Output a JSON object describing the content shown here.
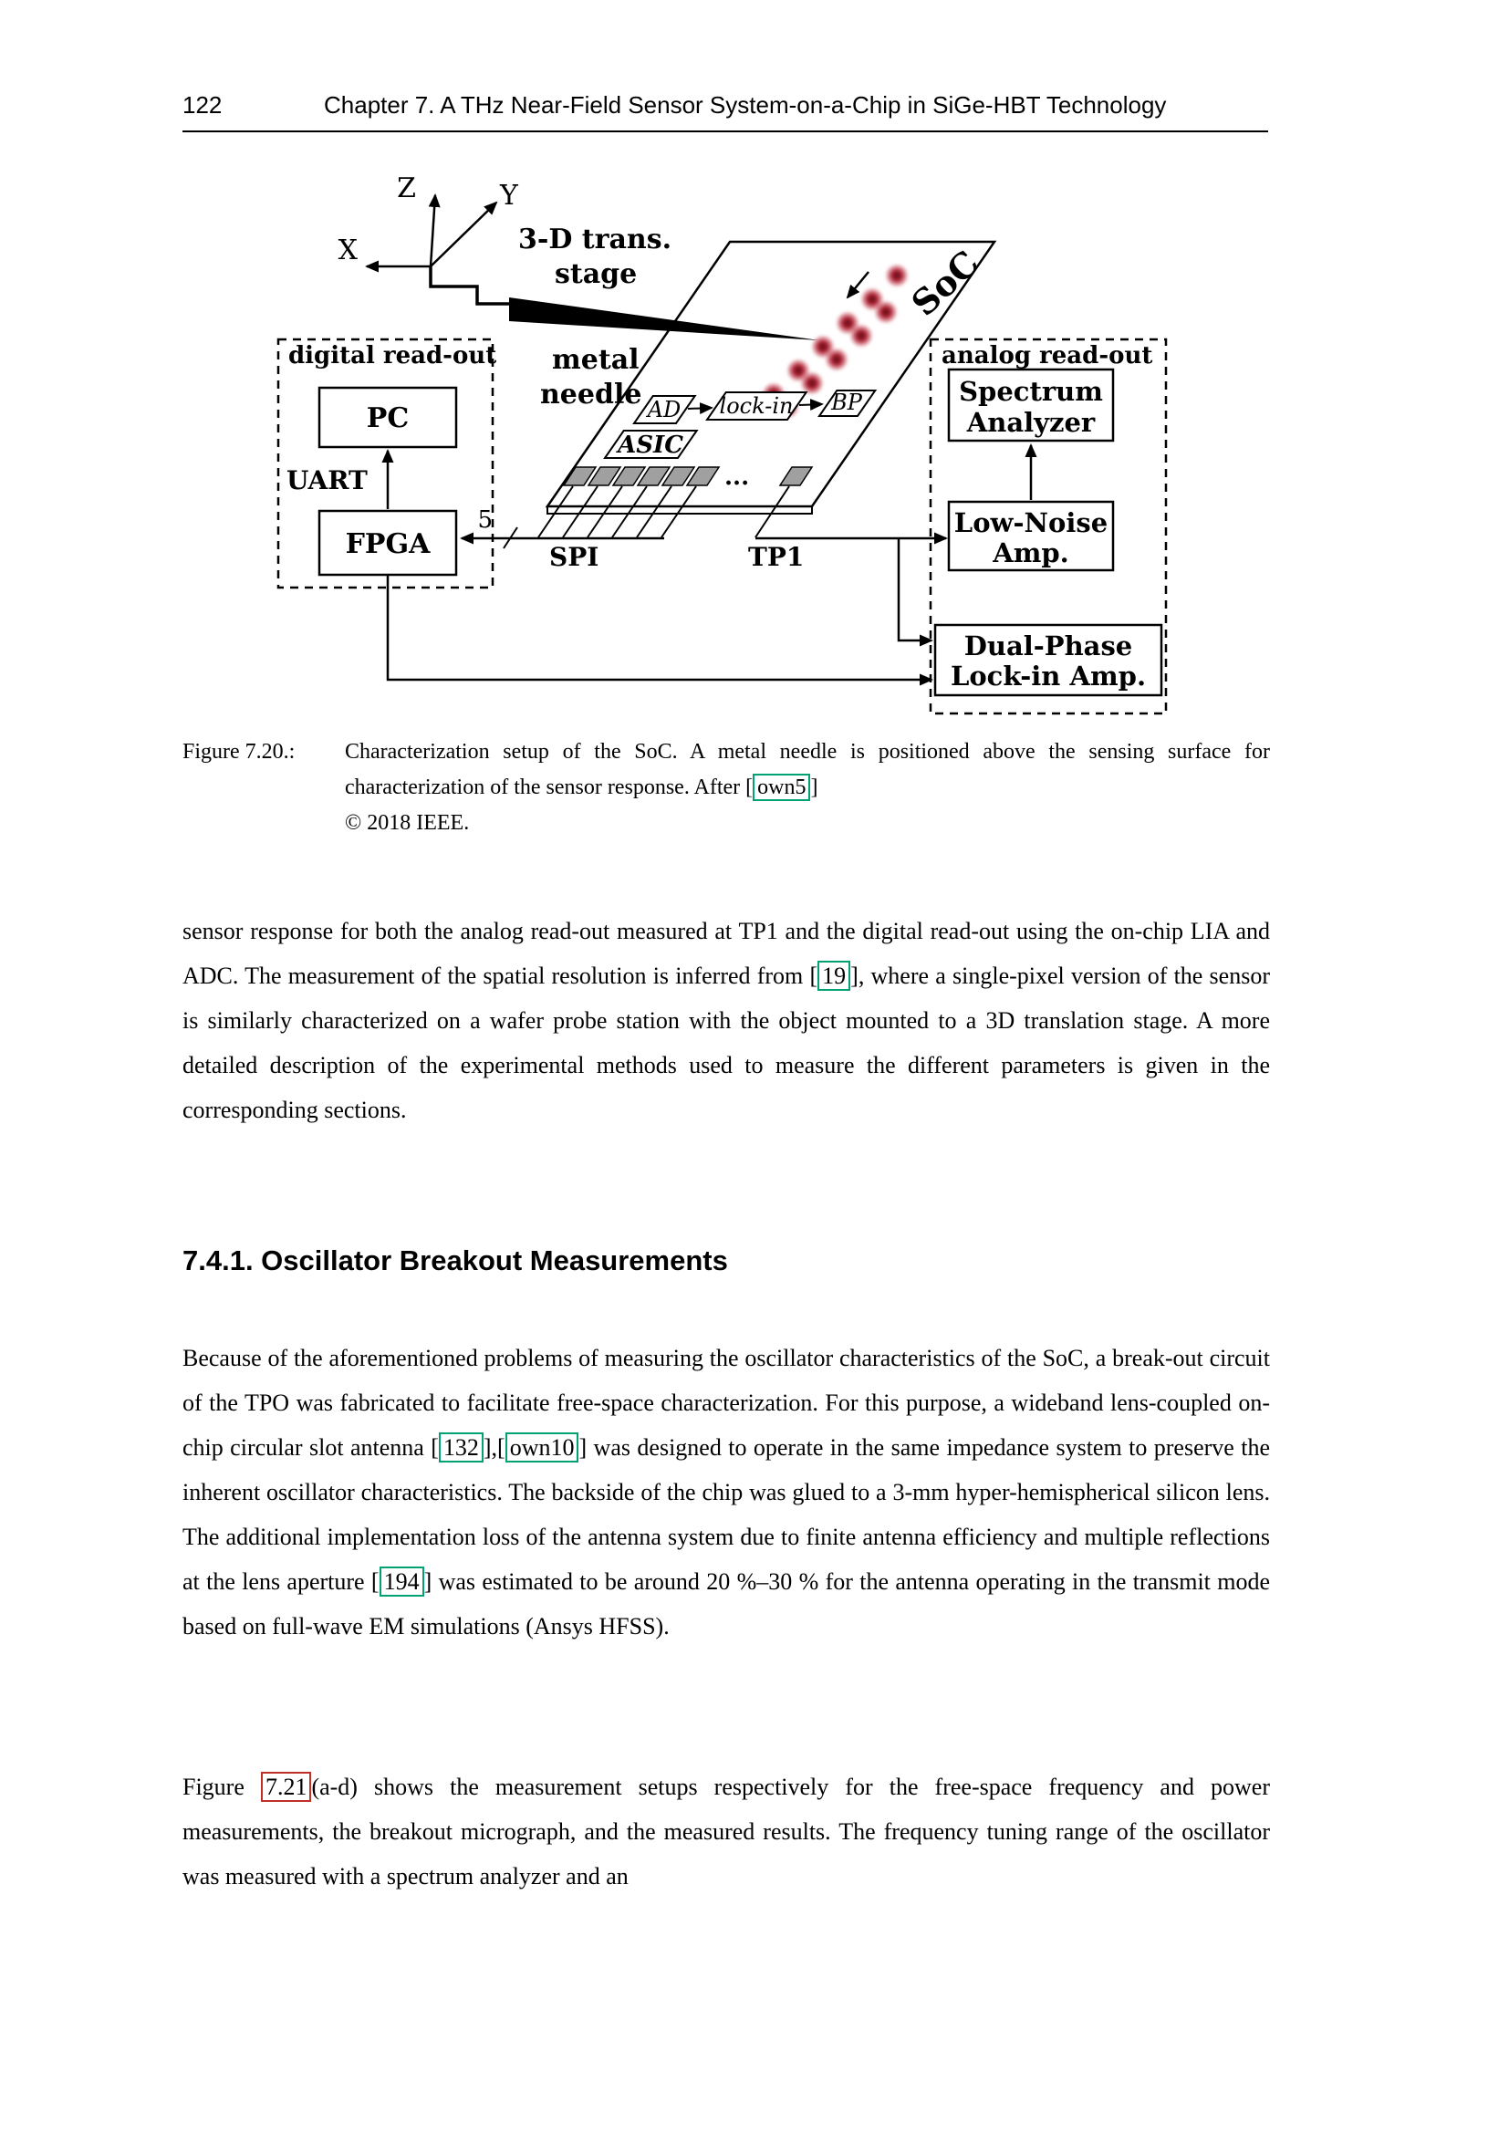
{
  "page": {
    "number": "122",
    "chapter_header": "Chapter 7. A THz Near-Field Sensor System-on-a-Chip in SiGe-HBT Technology"
  },
  "figure": {
    "axes": {
      "z": "Z",
      "y": "Y",
      "x": "X"
    },
    "labels": {
      "stage_line1": "3-D trans.",
      "stage_line2": "stage",
      "needle_line1": "metal",
      "needle_line2": "needle",
      "soc": "SoC",
      "ellipsis": "...",
      "bus_width": "5",
      "spi": "SPI",
      "tp1": "TP1"
    },
    "chip": {
      "ad": "AD",
      "lockin": "lock-in",
      "bp": "BP",
      "asic": "ASIC"
    },
    "digital": {
      "title": "digital read-out",
      "pc": "PC",
      "uart": "UART",
      "fpga": "FPGA"
    },
    "analog": {
      "title": "analog read-out",
      "spectrum_line1": "Spectrum",
      "spectrum_line2": "Analyzer",
      "lna_line1": "Low-Noise",
      "lna_line2": "Amp.",
      "dp_line1": "Dual-Phase",
      "dp_line2": "Lock-in Amp."
    },
    "caption": {
      "label": "Figure 7.20.:",
      "body_before_cite": "Characterization setup of the SoC. A metal needle is positioned above the sensing surface for characterization of the sensor response. After [",
      "cite": "own5",
      "body_after_cite": "]",
      "copyright_line": "© 2018 IEEE."
    }
  },
  "content": {
    "para1": {
      "part1": "sensor response for both the analog read-out measured at TP1 and the digital read-out using the on-chip LIA and ADC. The measurement of the spatial resolution is inferred from [",
      "cite19": "19",
      "part2": "], where a single-pixel version of the sensor is similarly characterized on a wafer probe station with the object mounted to a 3D translation stage. A more detailed description of the experimental methods used to measure the different parameters is given in the corresponding sections."
    },
    "section_heading": "7.4.1. Oscillator Breakout Measurements",
    "para2": {
      "part1": "Because of the aforementioned problems of measuring the oscillator characteristics of the SoC, a break-out circuit of the TPO was fabricated to facilitate free-space characterization. For this purpose, a wideband lens-coupled on-chip circular slot antenna [",
      "cite132": "132",
      "part2": "],[",
      "cite_own10": "own10",
      "part3": "] was designed to operate in the same impedance system to preserve the inherent oscillator characteristics. The backside of the chip was glued to a 3-mm hyper-hemispherical silicon lens. The additional implementation loss of the antenna system due to finite antenna efficiency and multiple reflections at the lens aperture [",
      "cite194": "194",
      "part4": "] was estimated to be around 20 %–30 % for the antenna operating in the transmit mode based on full-wave EM simulations (Ansys HFSS)."
    },
    "para3": {
      "part1": "Figure ",
      "ref": "7.21",
      "part2": "(a-d) shows the measurement setups respectively for the free-space frequency and power measurements, the breakout micrograph, and the measured results. The frequency tuning range of the oscillator was measured with a spectrum analyzer and an"
    }
  },
  "colors": {
    "cite_box": "#00a273",
    "ref_box": "#c03028"
  }
}
